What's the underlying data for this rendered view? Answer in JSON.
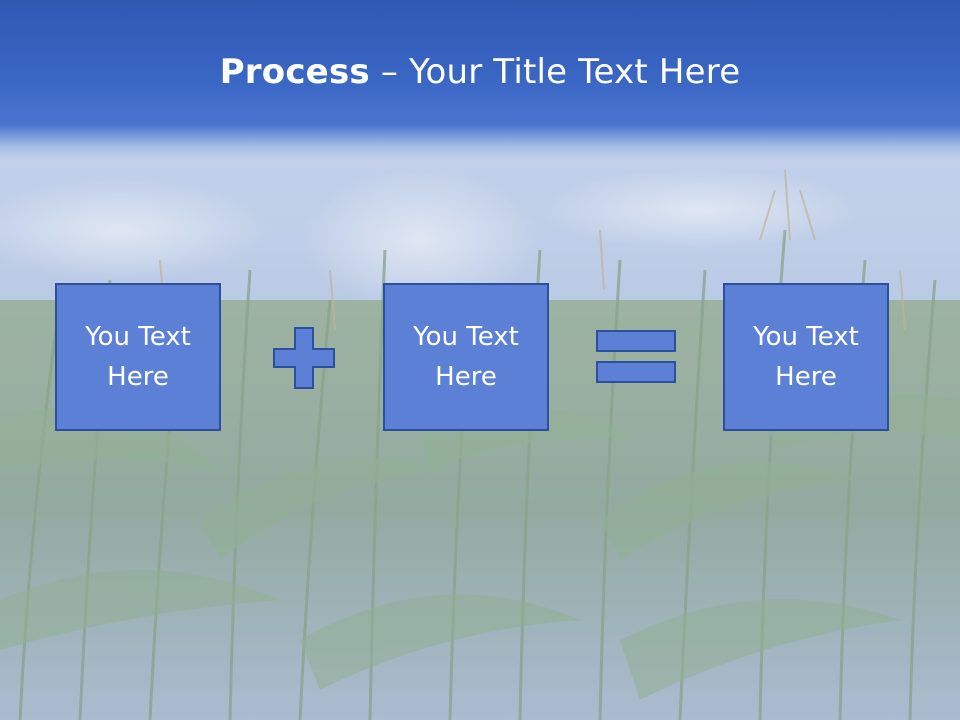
{
  "slide": {
    "title_bold": "Process",
    "title_rest": " – Your Title Text Here",
    "boxes": [
      {
        "text": "You Text Here"
      },
      {
        "text": "You Text Here"
      },
      {
        "text": "You Text Here"
      }
    ],
    "operators": [
      "plus-icon",
      "equals-icon"
    ],
    "colors": {
      "box_fill": "#5b80d6",
      "box_border": "#2c4f9e",
      "header": "#3a66c4",
      "text": "#ffffff"
    }
  }
}
